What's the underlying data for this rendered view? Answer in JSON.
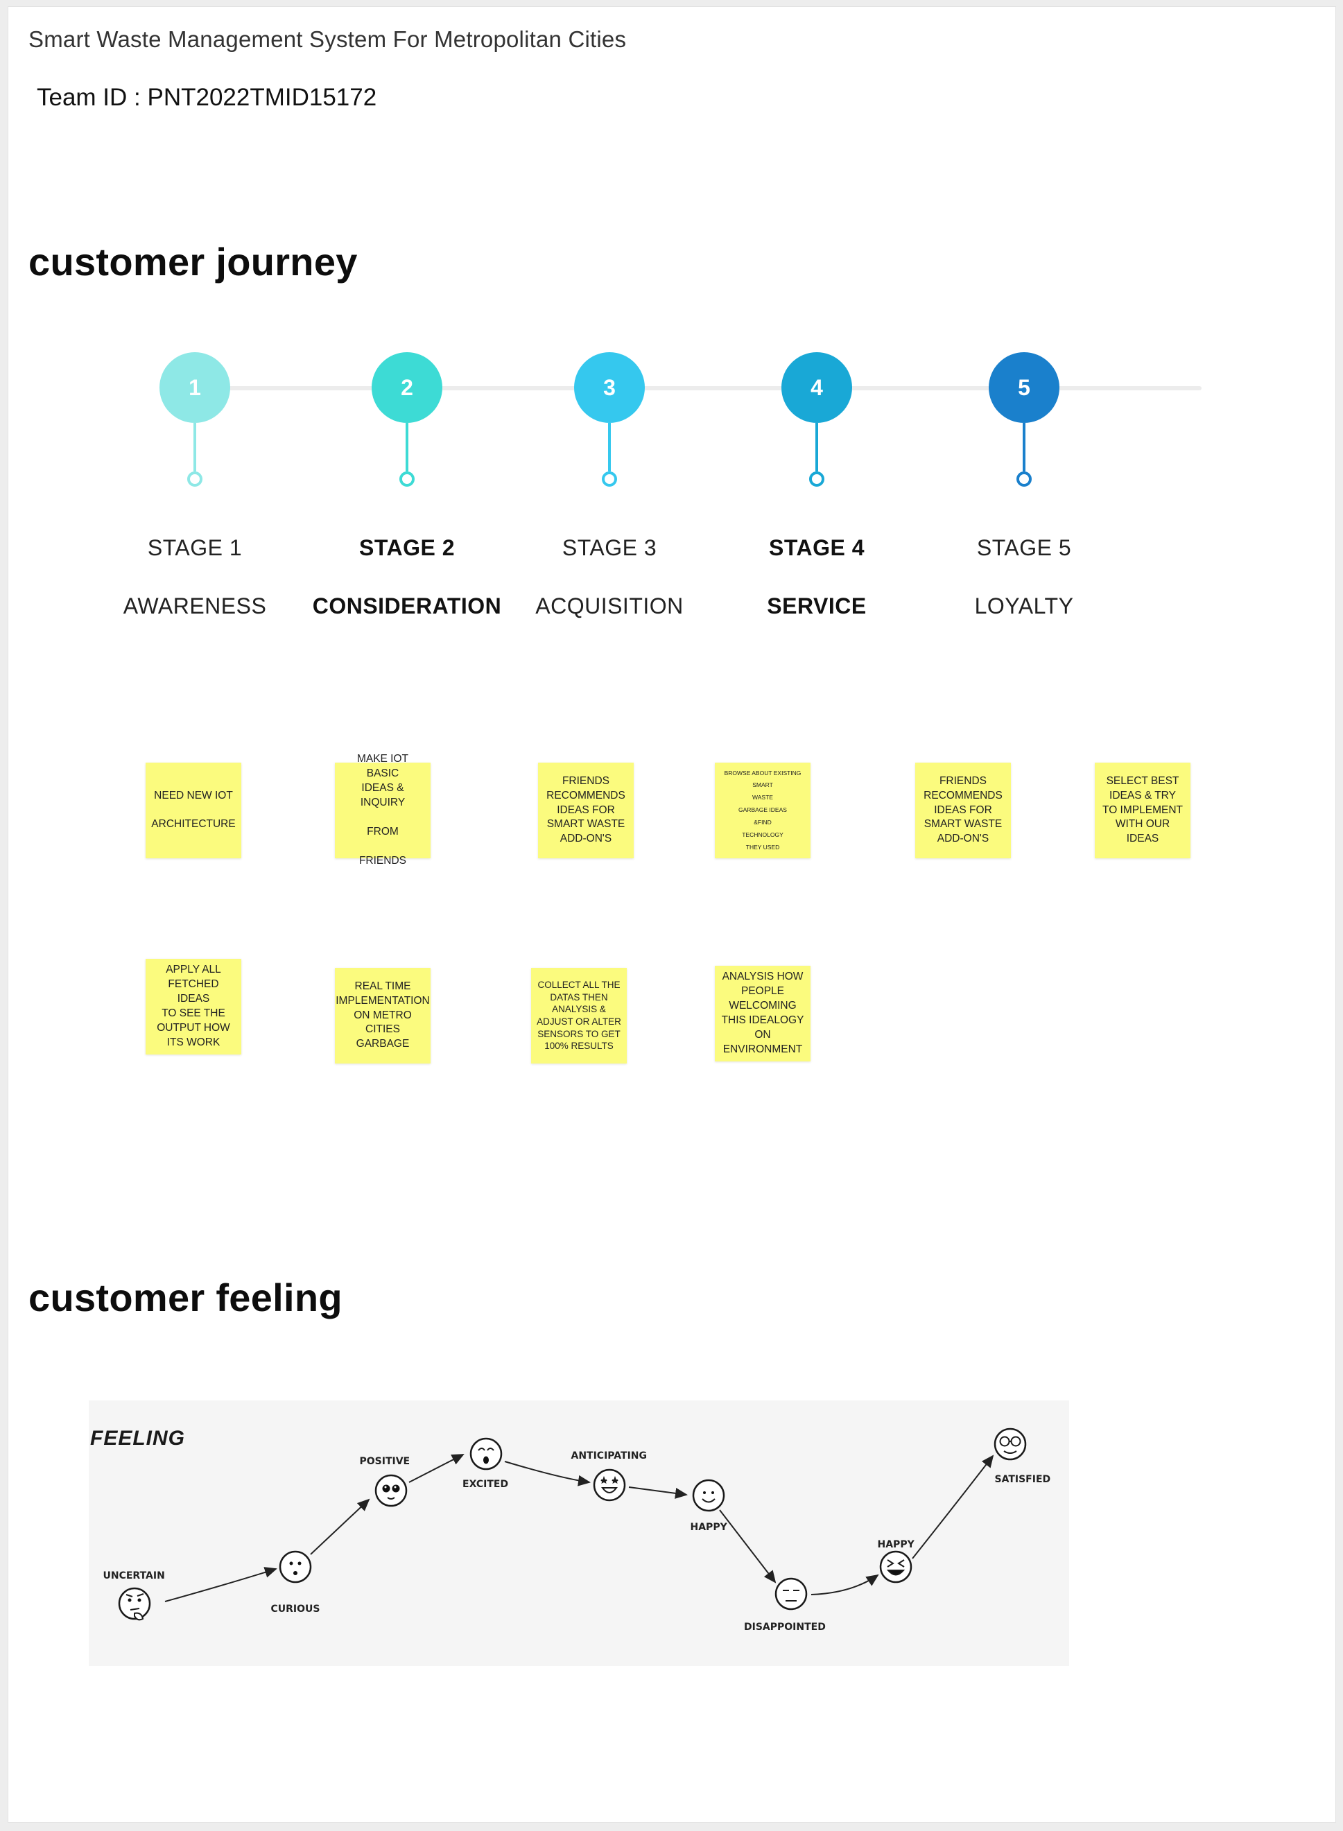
{
  "document": {
    "title": "Smart Waste Management System For Metropolitan Cities",
    "team_id": "Team ID : PNT2022TMID15172"
  },
  "journey": {
    "heading": "customer journey",
    "stages": [
      {
        "number": "1",
        "stage": "STAGE 1",
        "name": "AWARENESS",
        "color": "#8ee8e6",
        "bold": false
      },
      {
        "number": "2",
        "stage": "STAGE 2",
        "name": "CONSIDERATION",
        "color": "#3ddbd5",
        "bold": true
      },
      {
        "number": "3",
        "stage": "STAGE 3",
        "name": "ACQUISITION",
        "color": "#35c8ee",
        "bold": false
      },
      {
        "number": "4",
        "stage": "STAGE 4",
        "name": "SERVICE",
        "color": "#19a8d6",
        "bold": true
      },
      {
        "number": "5",
        "stage": "STAGE 5",
        "name": "LOYALTY",
        "color": "#1a80cc",
        "bold": false
      }
    ],
    "sticky_color": "#fbfb7e",
    "notes_row1": [
      "NEED NEW IOT\n\nARCHITECTURE",
      "MAKE IOT BASIC\nIDEAS & INQUIRY\n\nFROM\n\nFRIENDS",
      "FRIENDS\nRECOMMENDS\nIDEAS FOR\nSMART WASTE\nADD-ON'S",
      "BROWSE ABOUT EXISTING\nSMART\nWASTE\nGARBAGE IDEAS\n&FIND\nTECHNOLOGY\nTHEY USED",
      "FRIENDS\nRECOMMENDS\nIDEAS FOR\nSMART WASTE\nADD-ON'S",
      "SELECT BEST\nIDEAS & TRY\nTO IMPLEMENT\nWITH OUR\nIDEAS"
    ],
    "notes_row2": [
      "APPLY ALL\nFETCHED IDEAS\nTO SEE THE\nOUTPUT HOW\nITS WORK",
      "REAL TIME\nIMPLEMENTATION\nON METRO CITIES\nGARBAGE",
      "COLLECT ALL THE\nDATAS THEN\nANALYSIS &\nADJUST OR ALTER\nSENSORS TO GET\n100% RESULTS",
      "ANALYSIS HOW\nPEOPLE\nWELCOMING\nTHIS IDEALOGY\nON\nENVIRONMENT"
    ]
  },
  "feeling": {
    "heading": "customer feeling",
    "panel_title": "FEELING",
    "emotions": [
      {
        "label": "UNCERTAIN",
        "icon": "thinking-face-icon"
      },
      {
        "label": "CURIOUS",
        "icon": "curious-face-icon"
      },
      {
        "label": "POSITIVE",
        "icon": "wide-eyed-face-icon"
      },
      {
        "label": "EXCITED",
        "icon": "excited-face-icon"
      },
      {
        "label": "ANTICIPATING",
        "icon": "star-eyes-face-icon"
      },
      {
        "label": "HAPPY",
        "icon": "smiling-face-icon"
      },
      {
        "label": "DISAPPOINTED",
        "icon": "disappointed-face-icon"
      },
      {
        "label": "HAPPY",
        "icon": "grinning-squint-face-icon"
      },
      {
        "label": "SATISFIED",
        "icon": "nerd-face-icon"
      }
    ]
  }
}
